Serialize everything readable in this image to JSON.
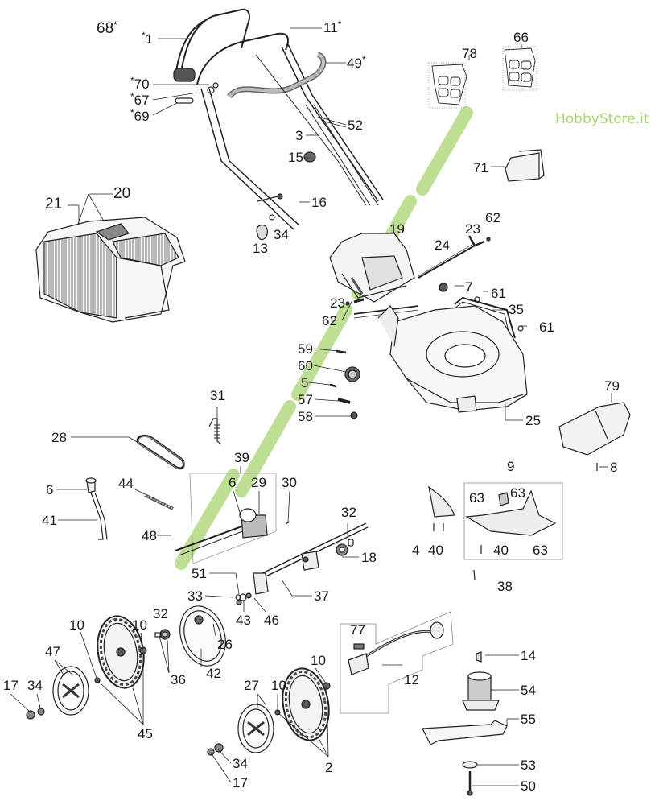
{
  "title": "Lawn mower exploded parts diagram",
  "watermark": "HobbyStore.it",
  "colors": {
    "watermark": "#a8d46f",
    "line": "#1a1a1a",
    "background": "#ffffff"
  },
  "parts": {
    "p68": "68",
    "p1": "1",
    "p11": "11",
    "p49": "49",
    "p70": "70",
    "p67": "67",
    "p69": "69",
    "p52": "52",
    "p3": "3",
    "p15": "15",
    "p16": "16",
    "p13": "13",
    "p34a": "34",
    "p21": "21",
    "p20": "20",
    "p78": "78",
    "p66": "66",
    "p71": "71",
    "p19": "19",
    "p24": "24",
    "p23a": "23",
    "p62a": "62",
    "p7": "7",
    "p61a": "61",
    "p23b": "23",
    "p62b": "62",
    "p35": "35",
    "p61b": "61",
    "p59": "59",
    "p60": "60",
    "p5": "5",
    "p57": "57",
    "p58": "58",
    "p25": "25",
    "p79": "79",
    "p8": "8",
    "p31": "31",
    "p28": "28",
    "p39": "39",
    "p6a": "6",
    "p29": "29",
    "p30": "30",
    "p6b": "6",
    "p44": "44",
    "p41": "41",
    "p48": "48",
    "p32a": "32",
    "p18": "18",
    "p9": "9",
    "p63a": "63",
    "p63b": "63",
    "p63c": "63",
    "p4": "4",
    "p40a": "40",
    "p40b": "40",
    "p38": "38",
    "p51": "51",
    "p33": "33",
    "p43": "43",
    "p46": "46",
    "p37": "37",
    "p26": "26",
    "p42": "42",
    "p36": "36",
    "p32b": "32",
    "p10a": "10",
    "p10b": "10",
    "p47": "47",
    "p45": "45",
    "p17a": "17",
    "p34b": "34",
    "p77": "77",
    "p12": "12",
    "p14": "14",
    "p54": "54",
    "p55": "55",
    "p53": "53",
    "p50": "50",
    "p10c": "10",
    "p10d": "10",
    "p27": "27",
    "p2": "2",
    "p34c": "34",
    "p17b": "17"
  },
  "asterisk": "*"
}
